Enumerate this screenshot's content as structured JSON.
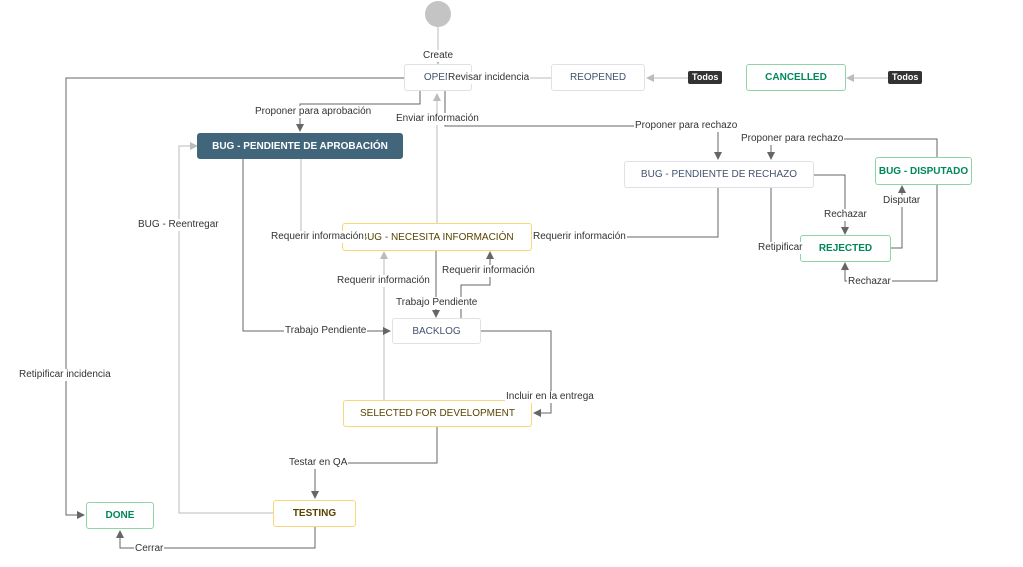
{
  "start": {
    "label": "Create"
  },
  "nodes": {
    "open": "OPEN",
    "reopened": "REOPENED",
    "cancelled": "CANCELLED",
    "pendiente_aprobacion": "BUG - PENDIENTE DE APROBACIÓN",
    "pendiente_rechazo": "BUG - PENDIENTE DE RECHAZO",
    "disputado": "BUG - DISPUTADO",
    "necesita_informacion": "BUG - NECESITA INFORMACIÓN",
    "rejected": "REJECTED",
    "backlog": "BACKLOG",
    "selected": "SELECTED FOR DEVELOPMENT",
    "done": "DONE",
    "testing": "TESTING"
  },
  "badges": {
    "todos_reopened": "Todos",
    "todos_cancelled": "Todos"
  },
  "transitions": {
    "revisar_incidencia": "Revisar incidencia",
    "proponer_aprobacion": "Proponer para aprobación",
    "enviar_informacion": "Enviar información",
    "proponer_rechazo_1": "Proponer para rechazo",
    "proponer_rechazo_2": "Proponer para rechazo",
    "bug_reentregar": "BUG - Reentregar",
    "requerir_informacion_1": "Requerir información",
    "requerir_informacion_2": "Requerir información",
    "requerir_informacion_3": "Requerir información",
    "requerir_informacion_4": "Requerir información",
    "rechazar_1": "Rechazar",
    "rechazar_2": "Rechazar",
    "disputar": "Disputar",
    "retipificar": "Retipificar",
    "trabajo_pendiente_1": "Trabajo Pendiente",
    "trabajo_pendiente_2": "Trabajo Pendiente",
    "incluir_entrega": "Incluir en la entrega",
    "retipificar_incidencia": "Retipificar incidencia",
    "testar_qa": "Testar en QA",
    "cerrar": "Cerrar"
  }
}
